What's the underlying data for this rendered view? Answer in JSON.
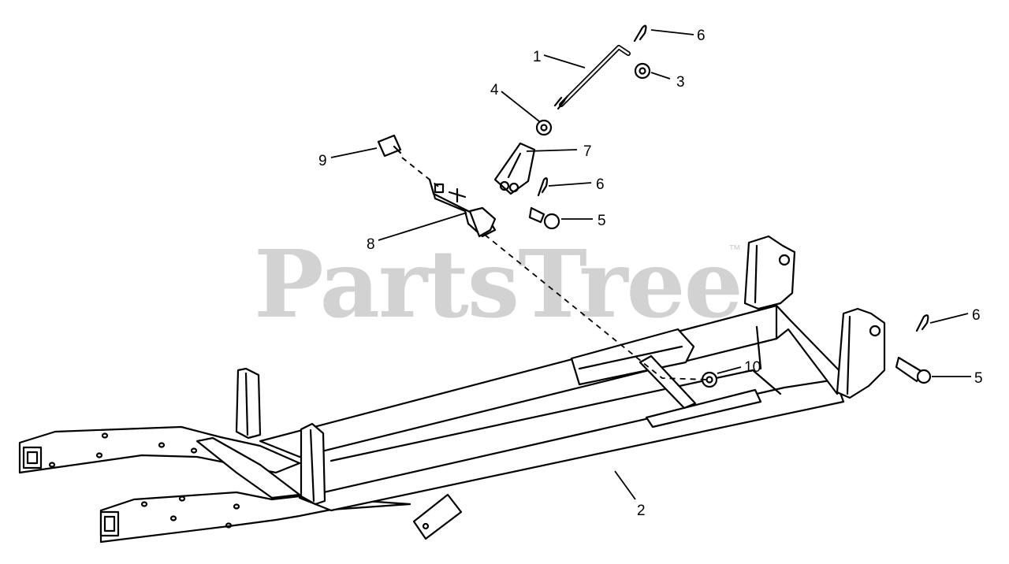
{
  "watermark": {
    "text": "PartsTree",
    "trademark": "™"
  },
  "callouts": [
    {
      "id": "c1",
      "label": "1"
    },
    {
      "id": "c2",
      "label": "2"
    },
    {
      "id": "c3",
      "label": "3"
    },
    {
      "id": "c4",
      "label": "4"
    },
    {
      "id": "c5a",
      "label": "5"
    },
    {
      "id": "c5b",
      "label": "5"
    },
    {
      "id": "c6a",
      "label": "6"
    },
    {
      "id": "c6b",
      "label": "6"
    },
    {
      "id": "c6c",
      "label": "6"
    },
    {
      "id": "c7",
      "label": "7"
    },
    {
      "id": "c8",
      "label": "8"
    },
    {
      "id": "c9",
      "label": "9"
    },
    {
      "id": "c10",
      "label": "10"
    }
  ]
}
